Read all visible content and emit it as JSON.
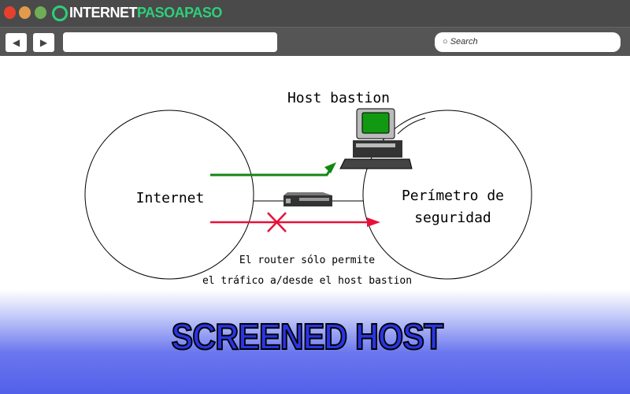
{
  "browser": {
    "logo_a": "INTERNET",
    "logo_b": "PASOAPASO",
    "back": "◀",
    "forward": "▶",
    "search_placeholder": "Search"
  },
  "diagram": {
    "host_label": "Host bastion",
    "internet_label": "Internet",
    "perimeter_line1": "Perímetro de",
    "perimeter_line2": "seguridad",
    "caption_line1": "El router sólo permite",
    "caption_line2": "el tráfico a/desde el host bastion",
    "allowed_color": "#118811",
    "blocked_color": "#e8103a"
  },
  "banner": {
    "title": "SCREENED HOST"
  }
}
